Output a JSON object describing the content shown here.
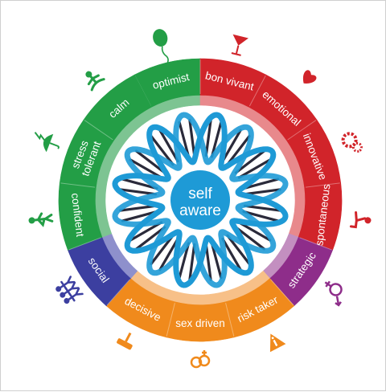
{
  "center": {
    "line1": "self",
    "line2": "aware",
    "color": "#1E9AD6"
  },
  "helix": {
    "strand_color": "#1E9AD6",
    "rung_dark": "#2A2A3A",
    "rung_light": "#FFFFFF"
  },
  "groups": [
    {
      "name": "green",
      "color": "#239E46",
      "inner": "#7DC492"
    },
    {
      "name": "red",
      "color": "#D1242A",
      "inner": "#E8898C"
    },
    {
      "name": "purple",
      "color": "#8E2D8A",
      "inner": "#C38FC0"
    },
    {
      "name": "orange",
      "color": "#F08A1C",
      "inner": "#F7C088"
    },
    {
      "name": "blue",
      "color": "#3C3FA0",
      "inner": "#8E90CC"
    }
  ],
  "segments": [
    {
      "label": "optimist",
      "group": 0,
      "icon": "balloon-icon"
    },
    {
      "label": "bon vivant",
      "group": 1,
      "icon": "cocktail-icon"
    },
    {
      "label": "emotional",
      "group": 1,
      "icon": "heart-couple-icon"
    },
    {
      "label": "innovative",
      "group": 1,
      "icon": "gears-lightbulb-icon"
    },
    {
      "label": "spontaneous",
      "group": 1,
      "icon": "sitting-person-icon"
    },
    {
      "label": "strategic",
      "group": 2,
      "icon": "gender-symbols-icon"
    },
    {
      "label": "risk taker",
      "group": 3,
      "icon": "warning-sign-icon"
    },
    {
      "label": "sex driven",
      "group": 3,
      "icon": "sex-symbols-icon"
    },
    {
      "label": "decisive",
      "group": 3,
      "icon": "gavel-icon"
    },
    {
      "label": "social",
      "group": 4,
      "icon": "people-group-icon"
    },
    {
      "label": "confident",
      "group": 0,
      "icon": "hand-on-hip-person-icon"
    },
    {
      "label": [
        "stress",
        "tolerant"
      ],
      "group": 0,
      "icon": "umbrella-lightning-icon"
    },
    {
      "label": "calm",
      "group": 0,
      "icon": "meditating-person-icon"
    }
  ]
}
